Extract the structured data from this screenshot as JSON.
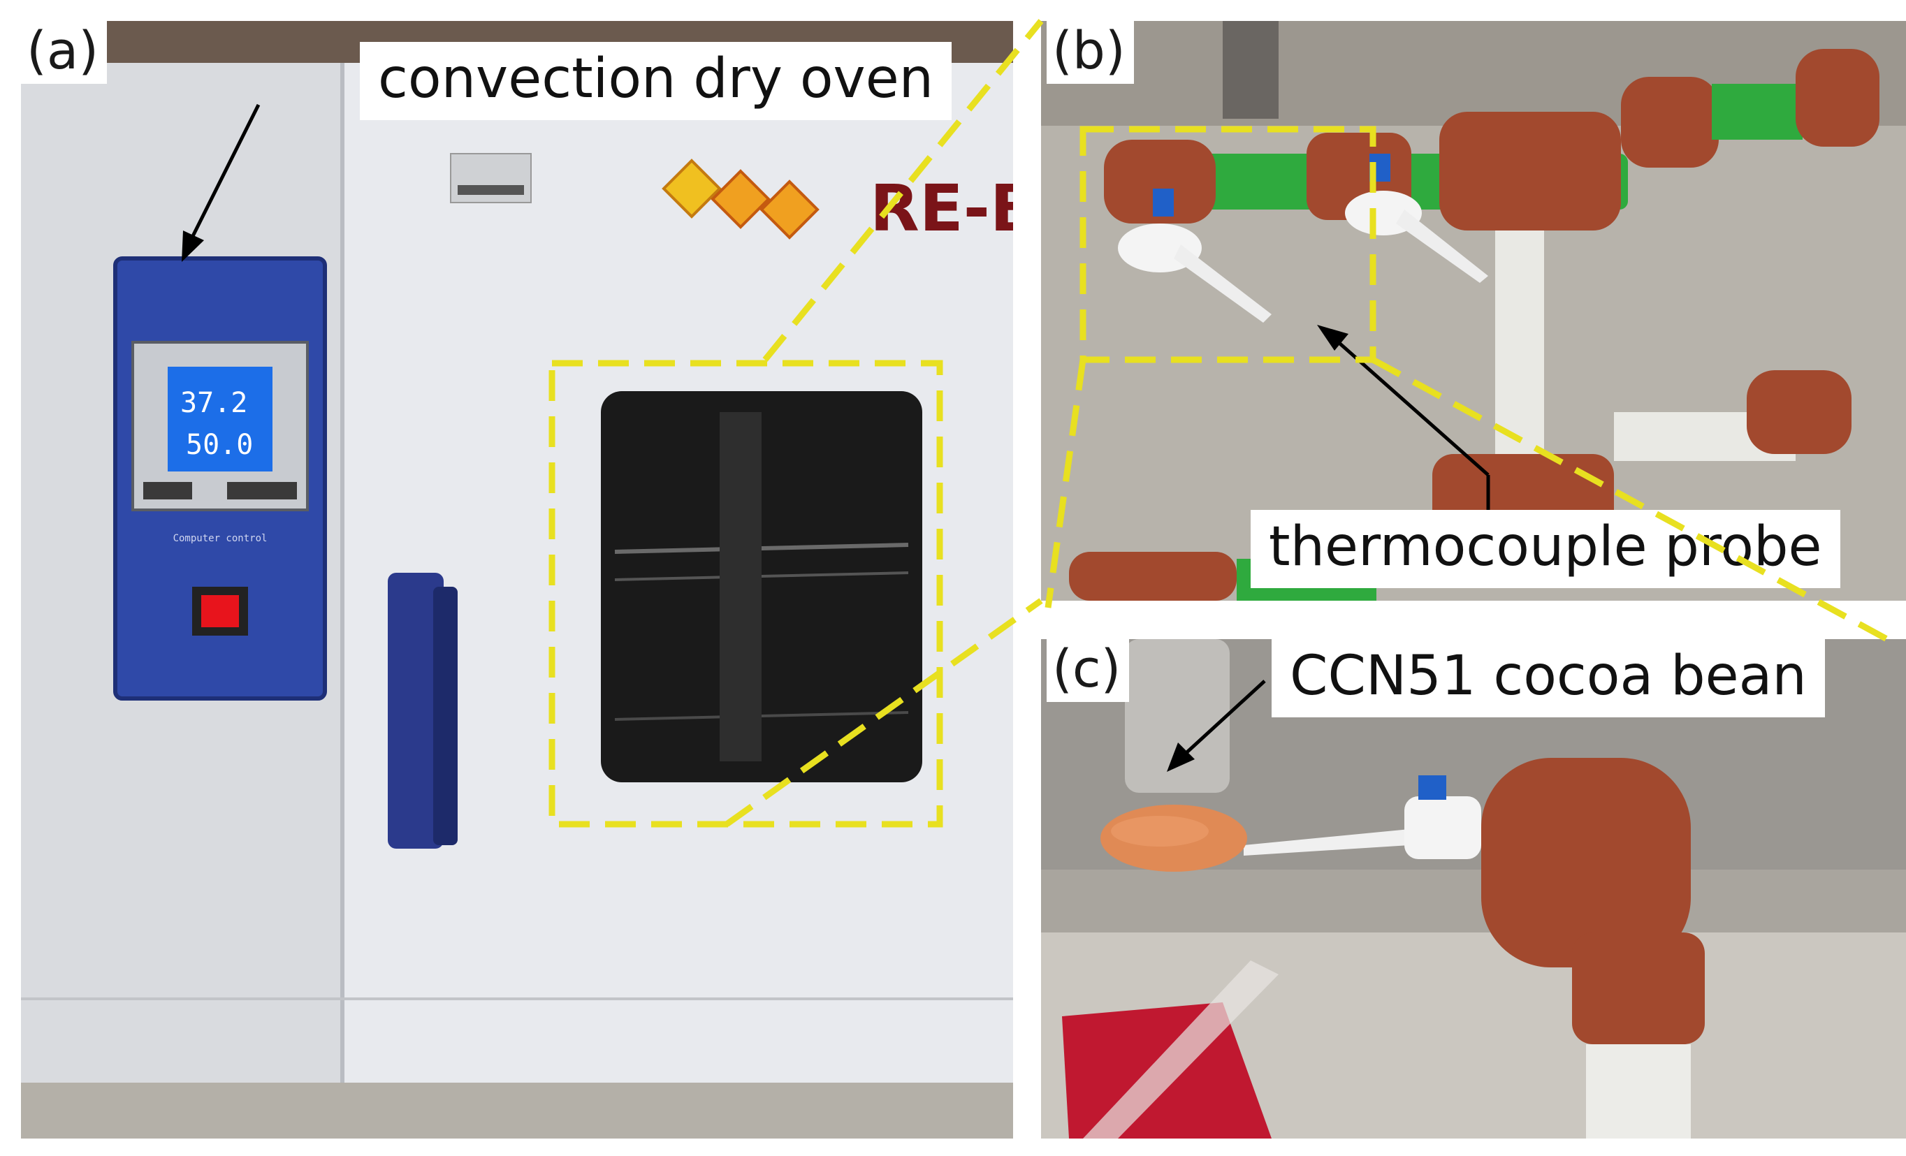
{
  "panels": {
    "a": {
      "letter": "(a)",
      "callout": "convection dry oven"
    },
    "b": {
      "letter": "(b)",
      "callout": "thermocouple probe"
    },
    "c": {
      "letter": "(c)",
      "callout": "CCN51 cocoa bean"
    }
  },
  "oven": {
    "brand": "RE-BE",
    "display_top": "37.2",
    "display_bottom": "50.0",
    "panel_caption": "Computer control"
  },
  "colors": {
    "highlight_box": "#e8e020",
    "oven_body": "#e6e8ec",
    "control_panel": "#2f49a8",
    "pipe_brown": "#a2492e",
    "pipe_green": "#2faa3e",
    "cocoa_bean": "#e08a55"
  }
}
